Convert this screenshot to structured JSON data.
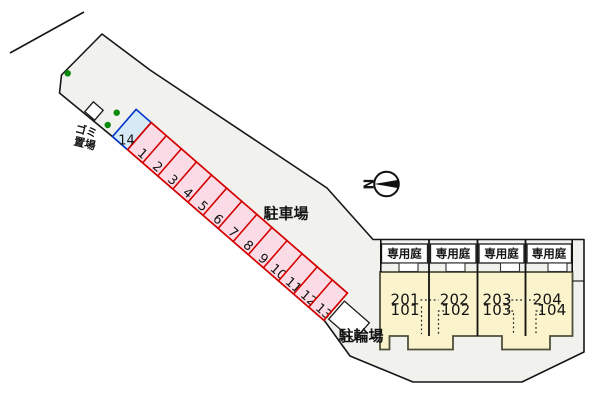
{
  "plan": {
    "parking_lot_label": "駐車場",
    "bicycle_parking_label": "駐輪場",
    "garbage_station_label": [
      "ゴミ",
      "置場"
    ],
    "compass_north_letter": "N",
    "private_garden_label": "専用庭",
    "parking_spots": [
      "14",
      "1",
      "2",
      "3",
      "4",
      "5",
      "6",
      "7",
      "8",
      "9",
      "10",
      "11",
      "12",
      "13"
    ],
    "highlighted_spot": "14",
    "units": [
      {
        "upper": "201",
        "lower": "101"
      },
      {
        "upper": "202",
        "lower": "102"
      },
      {
        "upper": "203",
        "lower": "103"
      },
      {
        "upper": "204",
        "lower": "104"
      }
    ]
  },
  "colors": {
    "site_fill": "#f1f1ee",
    "outline": "#161616",
    "spot_fill": "#fbdce6",
    "spot_border": "#d40000",
    "highlight_fill": "#d6eaf6",
    "highlight_border": "#0033cc",
    "building_fill": "#faf3cb",
    "building_border": "#4f4f3c",
    "tree_green": "#0a8a0a"
  }
}
